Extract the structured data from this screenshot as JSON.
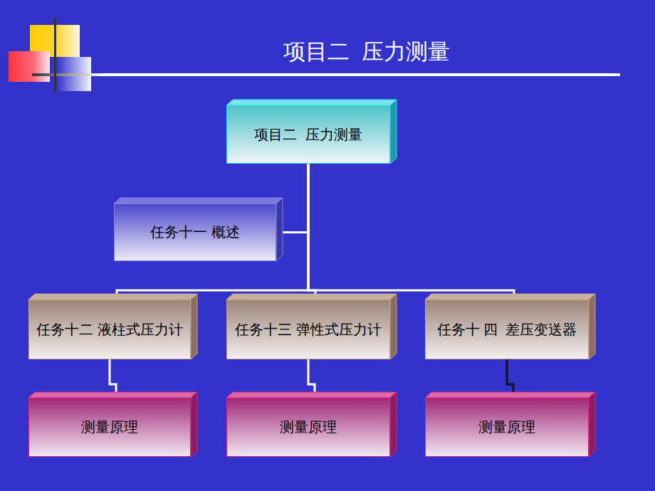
{
  "diagram": {
    "title": "项目二  压力测量",
    "nodes": [
      {
        "text": [
          "项目二  压力测量"
        ]
      },
      {
        "text": [
          "任务十一 概述"
        ]
      },
      {
        "text": [
          "任务十二 液柱式压力计"
        ]
      },
      {
        "text": [
          "任务十三 弹性式压力计"
        ]
      },
      {
        "text": [
          "任务十 四  差压变送器"
        ]
      },
      {
        "text": [
          "测量原理"
        ]
      },
      {
        "text": [
          "测量原理"
        ]
      },
      {
        "text": [
          "测量原理"
        ]
      }
    ],
    "edges": [
      {
        "from": 0,
        "to": 1,
        "arrow": "none"
      },
      {
        "from": 0,
        "to": 2,
        "arrow": "none"
      },
      {
        "from": 0,
        "to": 3,
        "arrow": "none"
      },
      {
        "from": 0,
        "to": 4,
        "arrow": "none"
      },
      {
        "from": 2,
        "to": 5,
        "arrow": "none"
      },
      {
        "from": 3,
        "to": 6,
        "arrow": "none"
      },
      {
        "from": 4,
        "to": 7,
        "arrow": "none"
      }
    ]
  }
}
